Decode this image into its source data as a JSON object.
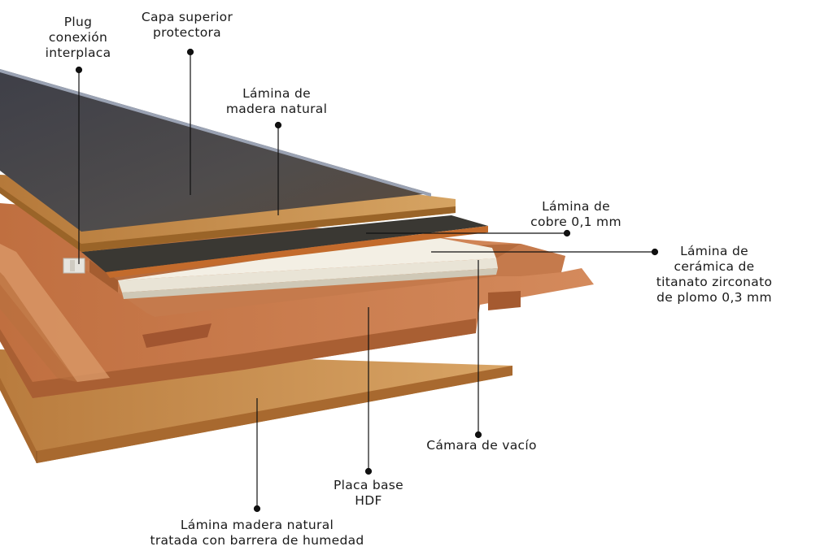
{
  "labels": {
    "plug": [
      "Plug",
      "conexión",
      "interplaca"
    ],
    "capa": [
      "Capa superior",
      "protectora"
    ],
    "lamina_madera": [
      "Lámina de",
      "madera natural"
    ],
    "cobre": [
      "Lámina de",
      "cobre 0,1 mm"
    ],
    "ceramica": [
      "Lámina de",
      "cerámica de",
      "titanato zirconato",
      "de plomo 0,3 mm"
    ],
    "camara": [
      "Cámara de vacío"
    ],
    "placa": [
      "Placa base",
      "HDF"
    ],
    "barrera": [
      "Lámina madera natural",
      "tratada con barrera de humedad"
    ]
  },
  "colors": {
    "top_layer": "#4a4a52",
    "wood_veneer": "#c8914a",
    "hdf_core": "#c97a4a",
    "copper_layer": "#3c3a34",
    "ceramic_layer": "#ece8dc",
    "bottom_veneer": "#c9955a",
    "leader_line": "#111111"
  }
}
